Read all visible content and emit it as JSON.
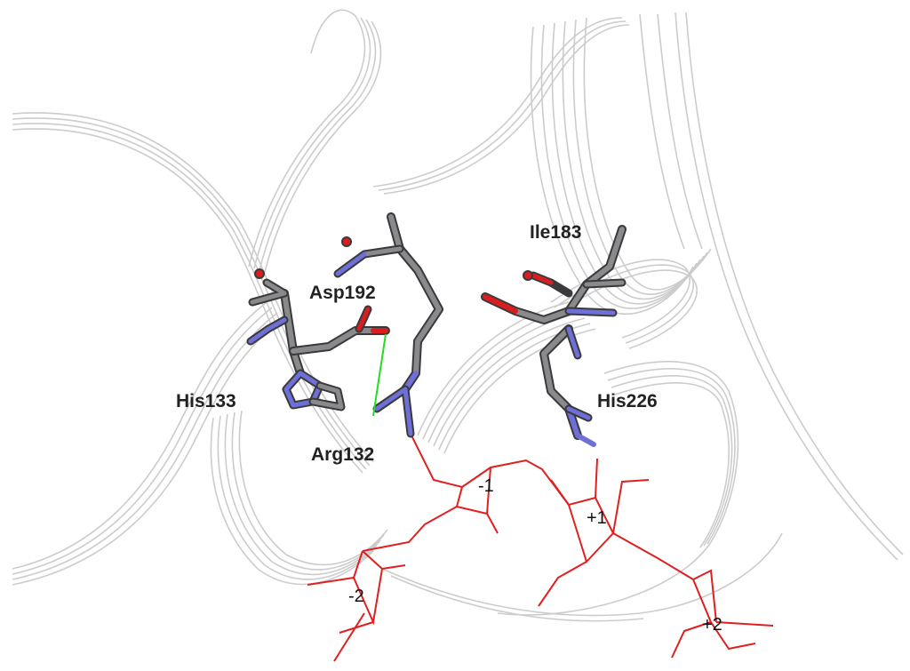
{
  "residues": {
    "ile183": "Ile183",
    "asp192": "Asp192",
    "his133": "His133",
    "his226": "His226",
    "arg132": "Arg132"
  },
  "subsites": {
    "m1": "-1",
    "p1": "+1",
    "m2": "-2",
    "p2": "+2"
  },
  "colors": {
    "ribbon": "#c8c8c8",
    "stick_carbon": "#6e6e70",
    "stick_nitrogen": "#6f6fd8",
    "stick_oxygen": "#d81e1e",
    "ligand": "#e02020",
    "hbond": "#22dd22"
  }
}
